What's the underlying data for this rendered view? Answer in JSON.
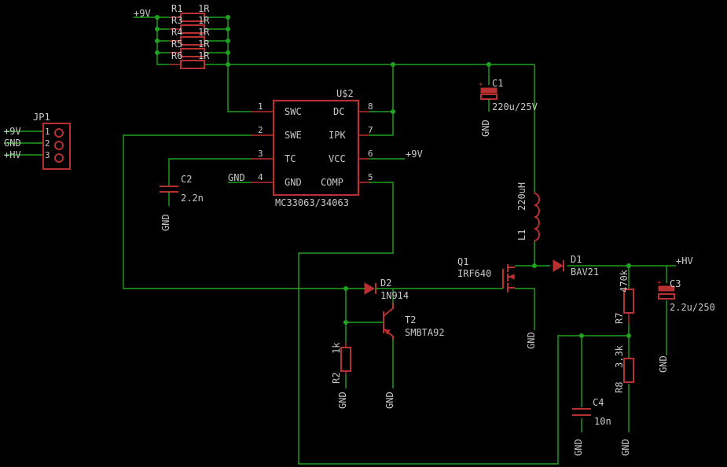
{
  "colors": {
    "background": "#000000",
    "wire": "#1fa21f",
    "component": "#b83030",
    "text": "#c8c8c8"
  },
  "nets": {
    "vcc_9v": "+9V",
    "gnd": "GND",
    "hv": "+HV"
  },
  "connector": {
    "name": "JP1",
    "pins": [
      {
        "num": "1",
        "net": "+9V"
      },
      {
        "num": "2",
        "net": "GND"
      },
      {
        "num": "3",
        "net": "+HV"
      }
    ]
  },
  "resistor_bank": [
    {
      "name": "R1",
      "value": "1R"
    },
    {
      "name": "R3",
      "value": "1R"
    },
    {
      "name": "R4",
      "value": "1R"
    },
    {
      "name": "R5",
      "value": "1R"
    },
    {
      "name": "R6",
      "value": "1R"
    }
  ],
  "ic": {
    "name": "U$2",
    "part": "MC33063/34063",
    "left_pins": [
      {
        "num": "1",
        "label": "SWC"
      },
      {
        "num": "2",
        "label": "SWE"
      },
      {
        "num": "3",
        "label": "TC"
      },
      {
        "num": "4",
        "label": "GND"
      }
    ],
    "right_pins": [
      {
        "num": "8",
        "label": "DC"
      },
      {
        "num": "7",
        "label": "IPK"
      },
      {
        "num": "6",
        "label": "VCC"
      },
      {
        "num": "5",
        "label": "COMP"
      }
    ],
    "pin4_net": "GND",
    "pin6_net": "+9V"
  },
  "components": {
    "c1": {
      "name": "C1",
      "value": "220u/25V"
    },
    "c2": {
      "name": "C2",
      "value": "2.2n"
    },
    "c3": {
      "name": "C3",
      "value": "2.2u/250"
    },
    "c4": {
      "name": "C4",
      "value": "10n"
    },
    "l1": {
      "name": "L1",
      "value": "220uH"
    },
    "q1": {
      "name": "Q1",
      "value": "IRF640"
    },
    "d1": {
      "name": "D1",
      "value": "BAV21"
    },
    "d2": {
      "name": "D2",
      "value": "1N914"
    },
    "t2": {
      "name": "T2",
      "value": "SMBTA92"
    },
    "r2": {
      "name": "R2",
      "value": "1k"
    },
    "r7": {
      "name": "R7",
      "value": "470k"
    },
    "r8": {
      "name": "R8",
      "value": "3.3k"
    }
  },
  "gnd_labels": [
    "GND",
    "GND",
    "GND",
    "GND",
    "GND",
    "GND",
    "GND",
    "GND",
    "GND"
  ]
}
